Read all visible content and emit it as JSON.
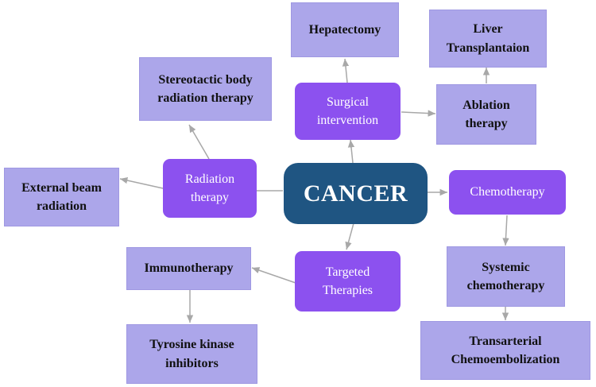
{
  "root": {
    "label": "CANCER"
  },
  "branches": {
    "surgical": "Surgical\nintervention",
    "radiation": "Radiation\ntherapy",
    "chemotherapy": "Chemotherapy",
    "targeted": "Targeted\nTherapies"
  },
  "leaves": {
    "hepatectomy": "Hepatectomy",
    "liver_transplant": "Liver\nTransplantaion",
    "ablation": "Ablation\ntherapy",
    "sbrt": "Stereotactic body\nradiation therapy",
    "external_beam": "External beam\nradiation",
    "systemic_chemo": "Systemic\nchemotherapy",
    "tace": "Transarterial\nChemoembolization",
    "immunotherapy": "Immunotherapy",
    "tki": "Tyrosine kinase\ninhibitors"
  },
  "colors": {
    "root": "#1f5582",
    "branch": "#8c51ef",
    "leaf": "#aca6ea",
    "arrow": "#a8a8a8"
  }
}
